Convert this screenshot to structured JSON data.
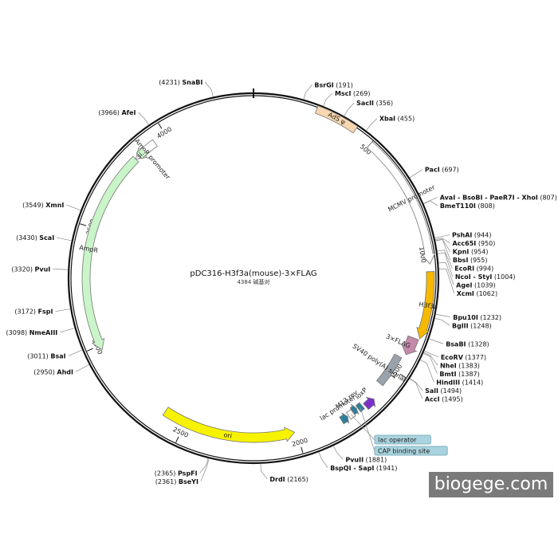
{
  "title": "pDC316-H3f3a(mouse)-3×FLAG",
  "subtitle": "4384 碱基对",
  "total_length": 4384,
  "watermark": "biogege.com",
  "colors": {
    "backbone": "#111111",
    "mchv_promoter": "#ffffff",
    "h3f3a": "#f6b800",
    "flag": "#c48aa8",
    "sv40": "#9aa3ab",
    "ads": "#f7d7b0",
    "ori": "#f7f200",
    "ampr": "#c9f5c9",
    "amp_promoter": "#ffffff",
    "lac_operator": "#ffffff",
    "loxp": "#7d30c8",
    "cap": "#2b7f9c",
    "m13": "#2b7f9c",
    "lac_promoter": "#2b7f9c"
  },
  "ticks": [
    {
      "pos": 500,
      "label": "500"
    },
    {
      "pos": 1000,
      "label": "1000"
    },
    {
      "pos": 1500,
      "label": "1500"
    },
    {
      "pos": 2000,
      "label": "2000"
    },
    {
      "pos": 2500,
      "label": "2500"
    },
    {
      "pos": 3000,
      "label": "3000"
    },
    {
      "pos": 3500,
      "label": "3500"
    },
    {
      "pos": 4000,
      "label": "4000"
    }
  ],
  "features": [
    {
      "id": "ads",
      "name": "AdS ψ",
      "start": 250,
      "end": 420,
      "radius": 226,
      "width": 10,
      "dir": 0,
      "color": "ads"
    },
    {
      "id": "mchv",
      "name": "MCMV promoter",
      "start": 500,
      "end": 1040,
      "radius": 222,
      "width": 10,
      "dir": 1,
      "color": "mchv_promoter"
    },
    {
      "id": "h3f3a",
      "name": "H3f3a",
      "start": 1070,
      "end": 1340,
      "radius": 222,
      "width": 10,
      "dir": 1,
      "color": "h3f3a"
    },
    {
      "id": "flag",
      "name": "3×FLAG",
      "start": 1345,
      "end": 1420,
      "radius": 214,
      "width": 14,
      "dir": 1,
      "color": "flag"
    },
    {
      "id": "sv40",
      "name": "SV40 poly(A) signal",
      "start": 1440,
      "end": 1580,
      "radius": 206,
      "width": 10,
      "dir": 0,
      "color": "sv40"
    },
    {
      "id": "loxp",
      "name": "loxP",
      "start": 1645,
      "end": 1690,
      "radius": 214,
      "width": 10,
      "dir": -1,
      "color": "loxp"
    },
    {
      "id": "cap",
      "name": "CAP binding site",
      "start": 1700,
      "end": 1720,
      "radius": 210,
      "width": 10,
      "dir": 0,
      "color": "cap"
    },
    {
      "id": "m13",
      "name": "M13 rev",
      "start": 1725,
      "end": 1745,
      "radius": 208,
      "width": 10,
      "dir": -1,
      "color": "m13"
    },
    {
      "id": "lac_op",
      "name": "lac operator",
      "start": 1747,
      "end": 1770,
      "radius": 210,
      "width": 10,
      "dir": 0,
      "color": "lac_operator"
    },
    {
      "id": "lac_prom",
      "name": "lac promoter",
      "start": 1775,
      "end": 1805,
      "radius": 210,
      "width": 10,
      "dir": -1,
      "color": "lac_promoter"
    },
    {
      "id": "ori",
      "name": "ori",
      "start": 2010,
      "end": 2600,
      "radius": 200,
      "width": 12,
      "dir": -1,
      "color": "ori"
    },
    {
      "id": "ampr",
      "name": "AmpR",
      "start": 2980,
      "end": 3840,
      "radius": 210,
      "width": 10,
      "dir": -1,
      "color": "ampr"
    },
    {
      "id": "amp_prom",
      "name": "AmpR promoter",
      "start": 3840,
      "end": 3945,
      "radius": 210,
      "width": 10,
      "dir": -1,
      "color": "amp_promoter"
    },
    {
      "id": "si",
      "name": "si...",
      "start": 3860,
      "end": 3890,
      "radius": 210,
      "width": 10,
      "dir": 0,
      "color": "ampr"
    }
  ],
  "sites": [
    {
      "name": "SnaBI",
      "pos": 4231,
      "side": "left"
    },
    {
      "name": "BsrGI",
      "pos": 191,
      "side": "right"
    },
    {
      "name": "MscI",
      "pos": 269,
      "side": "right"
    },
    {
      "name": "SacII",
      "pos": 356,
      "side": "right"
    },
    {
      "name": "XbaI",
      "pos": 455,
      "side": "right"
    },
    {
      "name": "PacI",
      "pos": 697,
      "side": "right"
    },
    {
      "name": "AvaI - BsoBI - PaeR7I - XhoI",
      "pos": 807,
      "side": "right"
    },
    {
      "name": "BmeT110I",
      "pos": 808,
      "side": "right"
    },
    {
      "name": "PshAI",
      "pos": 944,
      "side": "right"
    },
    {
      "name": "Acc65I",
      "pos": 950,
      "side": "right"
    },
    {
      "name": "KpnI",
      "pos": 954,
      "side": "right"
    },
    {
      "name": "BbsI",
      "pos": 955,
      "side": "right"
    },
    {
      "name": "EcoRI",
      "pos": 994,
      "side": "right"
    },
    {
      "name": "NcoI - StyI",
      "pos": 1004,
      "side": "right"
    },
    {
      "name": "AgeI",
      "pos": 1039,
      "side": "right"
    },
    {
      "name": "XcmI",
      "pos": 1062,
      "side": "right"
    },
    {
      "name": "Bpu10I",
      "pos": 1232,
      "side": "right"
    },
    {
      "name": "BglII",
      "pos": 1248,
      "side": "right"
    },
    {
      "name": "BsaBI",
      "pos": 1328,
      "side": "right"
    },
    {
      "name": "EcoRV",
      "pos": 1377,
      "side": "right"
    },
    {
      "name": "NheI",
      "pos": 1383,
      "side": "right"
    },
    {
      "name": "BmtI",
      "pos": 1387,
      "side": "right"
    },
    {
      "name": "HindIII",
      "pos": 1414,
      "side": "right"
    },
    {
      "name": "SalI",
      "pos": 1494,
      "side": "right"
    },
    {
      "name": "AccI",
      "pos": 1495,
      "side": "right"
    },
    {
      "name": "PvuII",
      "pos": 1881,
      "side": "right"
    },
    {
      "name": "BspQI - SapI",
      "pos": 1941,
      "side": "right"
    },
    {
      "name": "DrdI",
      "pos": 2165,
      "side": "right"
    },
    {
      "name": "PspFI",
      "pos": 2365,
      "side": "left"
    },
    {
      "name": "BseYI",
      "pos": 2361,
      "side": "left"
    },
    {
      "name": "AhdI",
      "pos": 2950,
      "side": "left"
    },
    {
      "name": "BsaI",
      "pos": 3011,
      "side": "left"
    },
    {
      "name": "NmeAIII",
      "pos": 3098,
      "side": "left"
    },
    {
      "name": "FspI",
      "pos": 3172,
      "side": "left"
    },
    {
      "name": "PvuI",
      "pos": 3320,
      "side": "left"
    },
    {
      "name": "ScaI",
      "pos": 3430,
      "side": "left"
    },
    {
      "name": "XmnI",
      "pos": 3549,
      "side": "left"
    },
    {
      "name": "AfeI",
      "pos": 3966,
      "side": "left"
    }
  ],
  "boxed_labels": [
    {
      "id": "lac_op",
      "text": "lac operator"
    },
    {
      "id": "cap",
      "text": "CAP binding site"
    }
  ]
}
